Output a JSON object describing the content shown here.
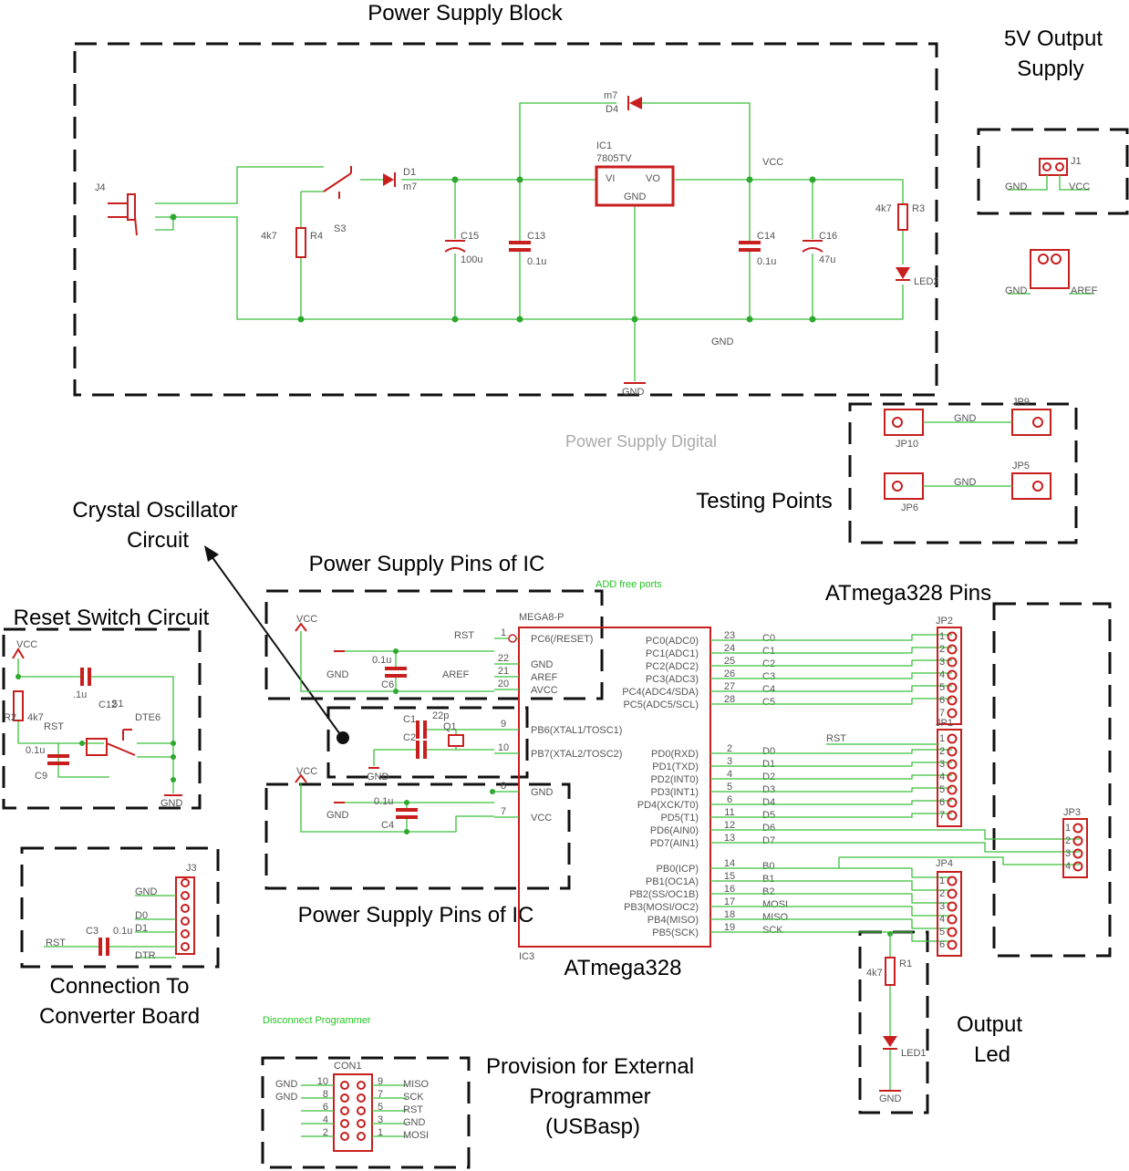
{
  "blocks": {
    "power_supply": "Power Supply Block",
    "output_5v": "5V Output Supply",
    "output_5v_l1": "5V Output",
    "output_5v_l2": "Supply",
    "testing_points": "Testing Points",
    "crystal_l1": "Crystal Oscillator",
    "crystal_l2": "Circuit",
    "pwr_pins_top": "Power Supply Pins of IC",
    "pwr_pins_bottom": "Power Supply Pins of IC",
    "reset": "Reset Switch Circuit",
    "atmega_pins": "ATmega328 Pins",
    "converter_l1": "Connection To",
    "converter_l2": "Converter Board",
    "atmega": "ATmega328",
    "output_led_l1": "Output",
    "output_led_l2": "Led",
    "ext_l1": "Provision for External",
    "ext_l2": "Programmer",
    "ext_l3": "(USBasp)"
  },
  "notes": {
    "power_digital": "Power Supply Digital",
    "add_ports": "ADD free ports",
    "disconnect": "Disconnect Programmer"
  },
  "psu": {
    "j4": "J4",
    "s3": "S3",
    "r4": "R4",
    "r4v": "4k7",
    "d1": "D1",
    "d1v": "m7",
    "d4": "D4",
    "d4v": "m7",
    "ic1": "IC1",
    "ic1v": "7805TV",
    "vi": "VI",
    "vo": "VO",
    "gnd": "GND",
    "c15": "C15",
    "c15v": "100u",
    "c13": "C13",
    "c13v": "0.1u",
    "c14": "C14",
    "c14v": "0.1u",
    "c16": "C16",
    "c16v": "47u",
    "vcc": "VCC",
    "r3": "R3",
    "r3v": "4k7",
    "led2": "LED2",
    "gnd_net": "GND",
    "gnd_sym": "GND"
  },
  "j1": {
    "name": "J1",
    "gnd": "GND",
    "vcc": "VCC",
    "gnd2": "GND",
    "aref": "AREF"
  },
  "tp": {
    "jp10": "JP10",
    "jp9": "JP9",
    "jp6": "JP6",
    "jp5": "JP5",
    "gnd": "GND"
  },
  "mcu": {
    "name": "MEGA8-P",
    "ic": "IC3",
    "left_pins": [
      "PC6(/RESET)",
      "GND",
      "AREF",
      "AVCC",
      "PB6(XTAL1/TOSC1)",
      "PB7(XTAL2/TOSC2)",
      "GND",
      "VCC"
    ],
    "left_nums": [
      "1",
      "22",
      "21",
      "20",
      "9",
      "10",
      "8",
      "7"
    ],
    "right_pins": [
      "PC0(ADC0)",
      "PC1(ADC1)",
      "PC2(ADC2)",
      "PC3(ADC3)",
      "PC4(ADC4/SDA)",
      "PC5(ADC5/SCL)",
      "PD0(RXD)",
      "PD1(TXD)",
      "PD2(INT0)",
      "PD3(INT1)",
      "PD4(XCK/T0)",
      "PD5(T1)",
      "PD6(AIN0)",
      "PD7(AIN1)",
      "PB0(ICP)",
      "PB1(OC1A)",
      "PB2(SS/OC1B)",
      "PB3(MOSI/OC2)",
      "PB4(MISO)",
      "PB5(SCK)"
    ],
    "right_nums": [
      "23",
      "24",
      "25",
      "26",
      "27",
      "28",
      "2",
      "3",
      "4",
      "5",
      "6",
      "11",
      "12",
      "13",
      "14",
      "15",
      "16",
      "17",
      "18",
      "19"
    ],
    "nets": [
      "C0",
      "C1",
      "C2",
      "C3",
      "C4",
      "C5",
      "D0",
      "D1",
      "D2",
      "D3",
      "D4",
      "D5",
      "D6",
      "D7",
      "B0",
      "B1",
      "B2",
      "MOSI",
      "MISO",
      "SCK"
    ],
    "rst": "RST",
    "aref": "AREF"
  },
  "headers": {
    "jp2": "JP2",
    "jp1": "JP1",
    "jp3": "JP3",
    "jp4": "JP4",
    "rst": "RST"
  },
  "pwr_top": {
    "vcc": "VCC",
    "gnd": "GND",
    "cval": "0.1u",
    "c": "C6"
  },
  "xtal": {
    "c1": "C1",
    "c2": "C2",
    "q": "Q1",
    "v1": "22p",
    "gnd": "GND"
  },
  "pwr_bot": {
    "vcc": "VCC",
    "gnd": "GND",
    "cval": "0.1u",
    "c": "C4"
  },
  "reset": {
    "vcc": "VCC",
    "r2": "R2",
    "r2v": "4k7",
    "c12": "C12",
    "c12v": ".1u",
    "s1": "S1",
    "dte": "DTE6",
    "rst": "RST",
    "c9": "C9",
    "c9v": "0.1u",
    "gnd": "GND"
  },
  "conv": {
    "j3": "J3",
    "gnd": "GND",
    "d0": "D0",
    "d1": "D1",
    "rst": "RST",
    "dtr": "DTR",
    "c3": "C3",
    "c3v": "0.1u"
  },
  "led_out": {
    "r1": "R1",
    "r1v": "4k7",
    "led1": "LED1",
    "gnd": "GND"
  },
  "con1": {
    "name": "CON1",
    "left": [
      "GND",
      "GND",
      "",
      "",
      ""
    ],
    "right": [
      "MISO",
      "SCK",
      "RST",
      "GND",
      "MOSI"
    ],
    "lnum": [
      "10",
      "8",
      "6",
      "4",
      "2"
    ],
    "rnum": [
      "9",
      "7",
      "5",
      "3",
      "1"
    ]
  }
}
